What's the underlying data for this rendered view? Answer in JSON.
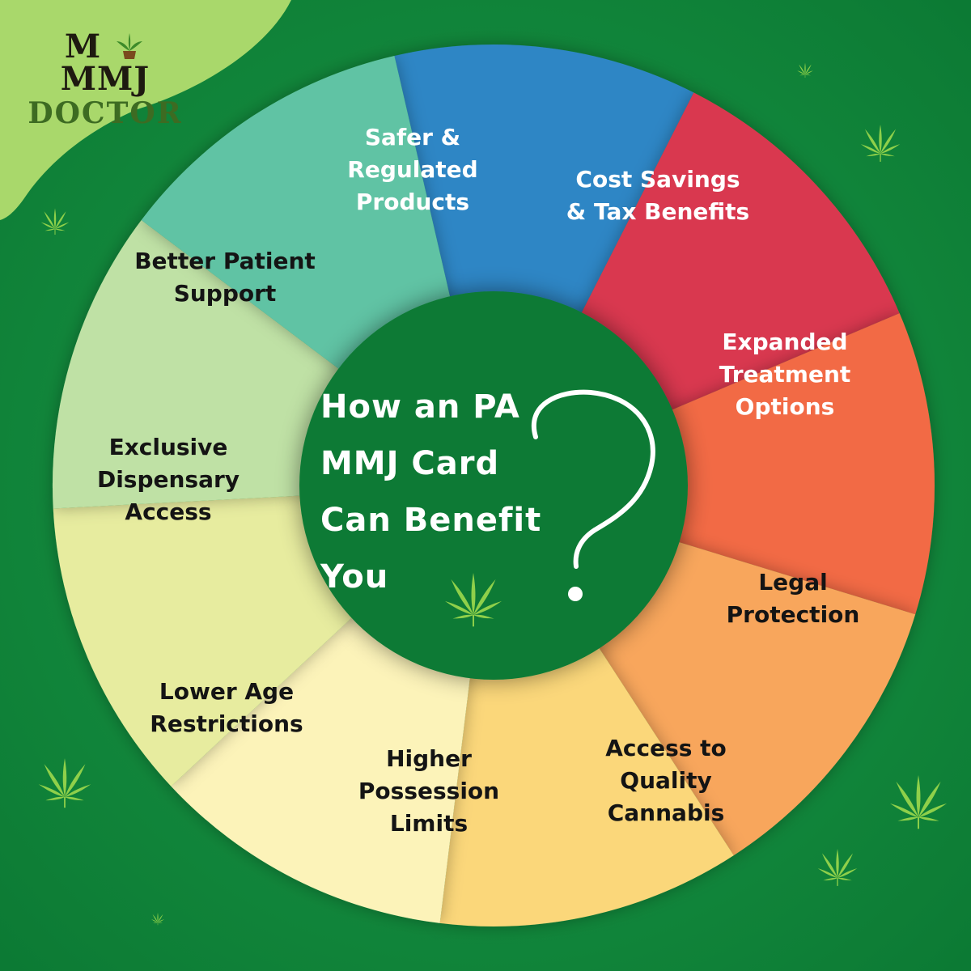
{
  "logo": {
    "line1_left": "M",
    "line1_right": "MMJ",
    "line2": "DOCTOR",
    "icon": "cannabis-pot-icon"
  },
  "center": {
    "title_lines": [
      "How an PA",
      "MMJ Card",
      "Can Benefit",
      "You"
    ],
    "icon": "question-mark-icon"
  },
  "segments": [
    {
      "lines": [
        "Safer &",
        "Regulated",
        "Products"
      ],
      "color": "#2f86c5",
      "text": "light"
    },
    {
      "lines": [
        "Cost Savings",
        "& Tax Benefits"
      ],
      "color": "#d9394f",
      "text": "light"
    },
    {
      "lines": [
        "Expanded",
        "Treatment",
        "Options"
      ],
      "color": "#f26a45",
      "text": "light"
    },
    {
      "lines": [
        "Legal",
        "Protection"
      ],
      "color": "#f8a65c",
      "text": "dark"
    },
    {
      "lines": [
        "Access to",
        "Quality Cannabis"
      ],
      "color": "#fbd77a",
      "text": "dark"
    },
    {
      "lines": [
        "Higher",
        "Possession",
        "Limits"
      ],
      "color": "#fcf3b9",
      "text": "dark"
    },
    {
      "lines": [
        "Lower Age",
        "Restrictions"
      ],
      "color": "#e7ec9f",
      "text": "dark"
    },
    {
      "lines": [
        "Exclusive",
        "Dispensary",
        "Access"
      ],
      "color": "#bfe1a5",
      "text": "dark"
    },
    {
      "lines": [
        "Better Patient",
        "Support"
      ],
      "color": "#61c3a4",
      "text": "dark"
    }
  ],
  "colors": {
    "background": "#0f8a3c",
    "corner_blob": "#a9d86b",
    "hub": "#0d7a35",
    "leaf": "#9bd34c"
  }
}
